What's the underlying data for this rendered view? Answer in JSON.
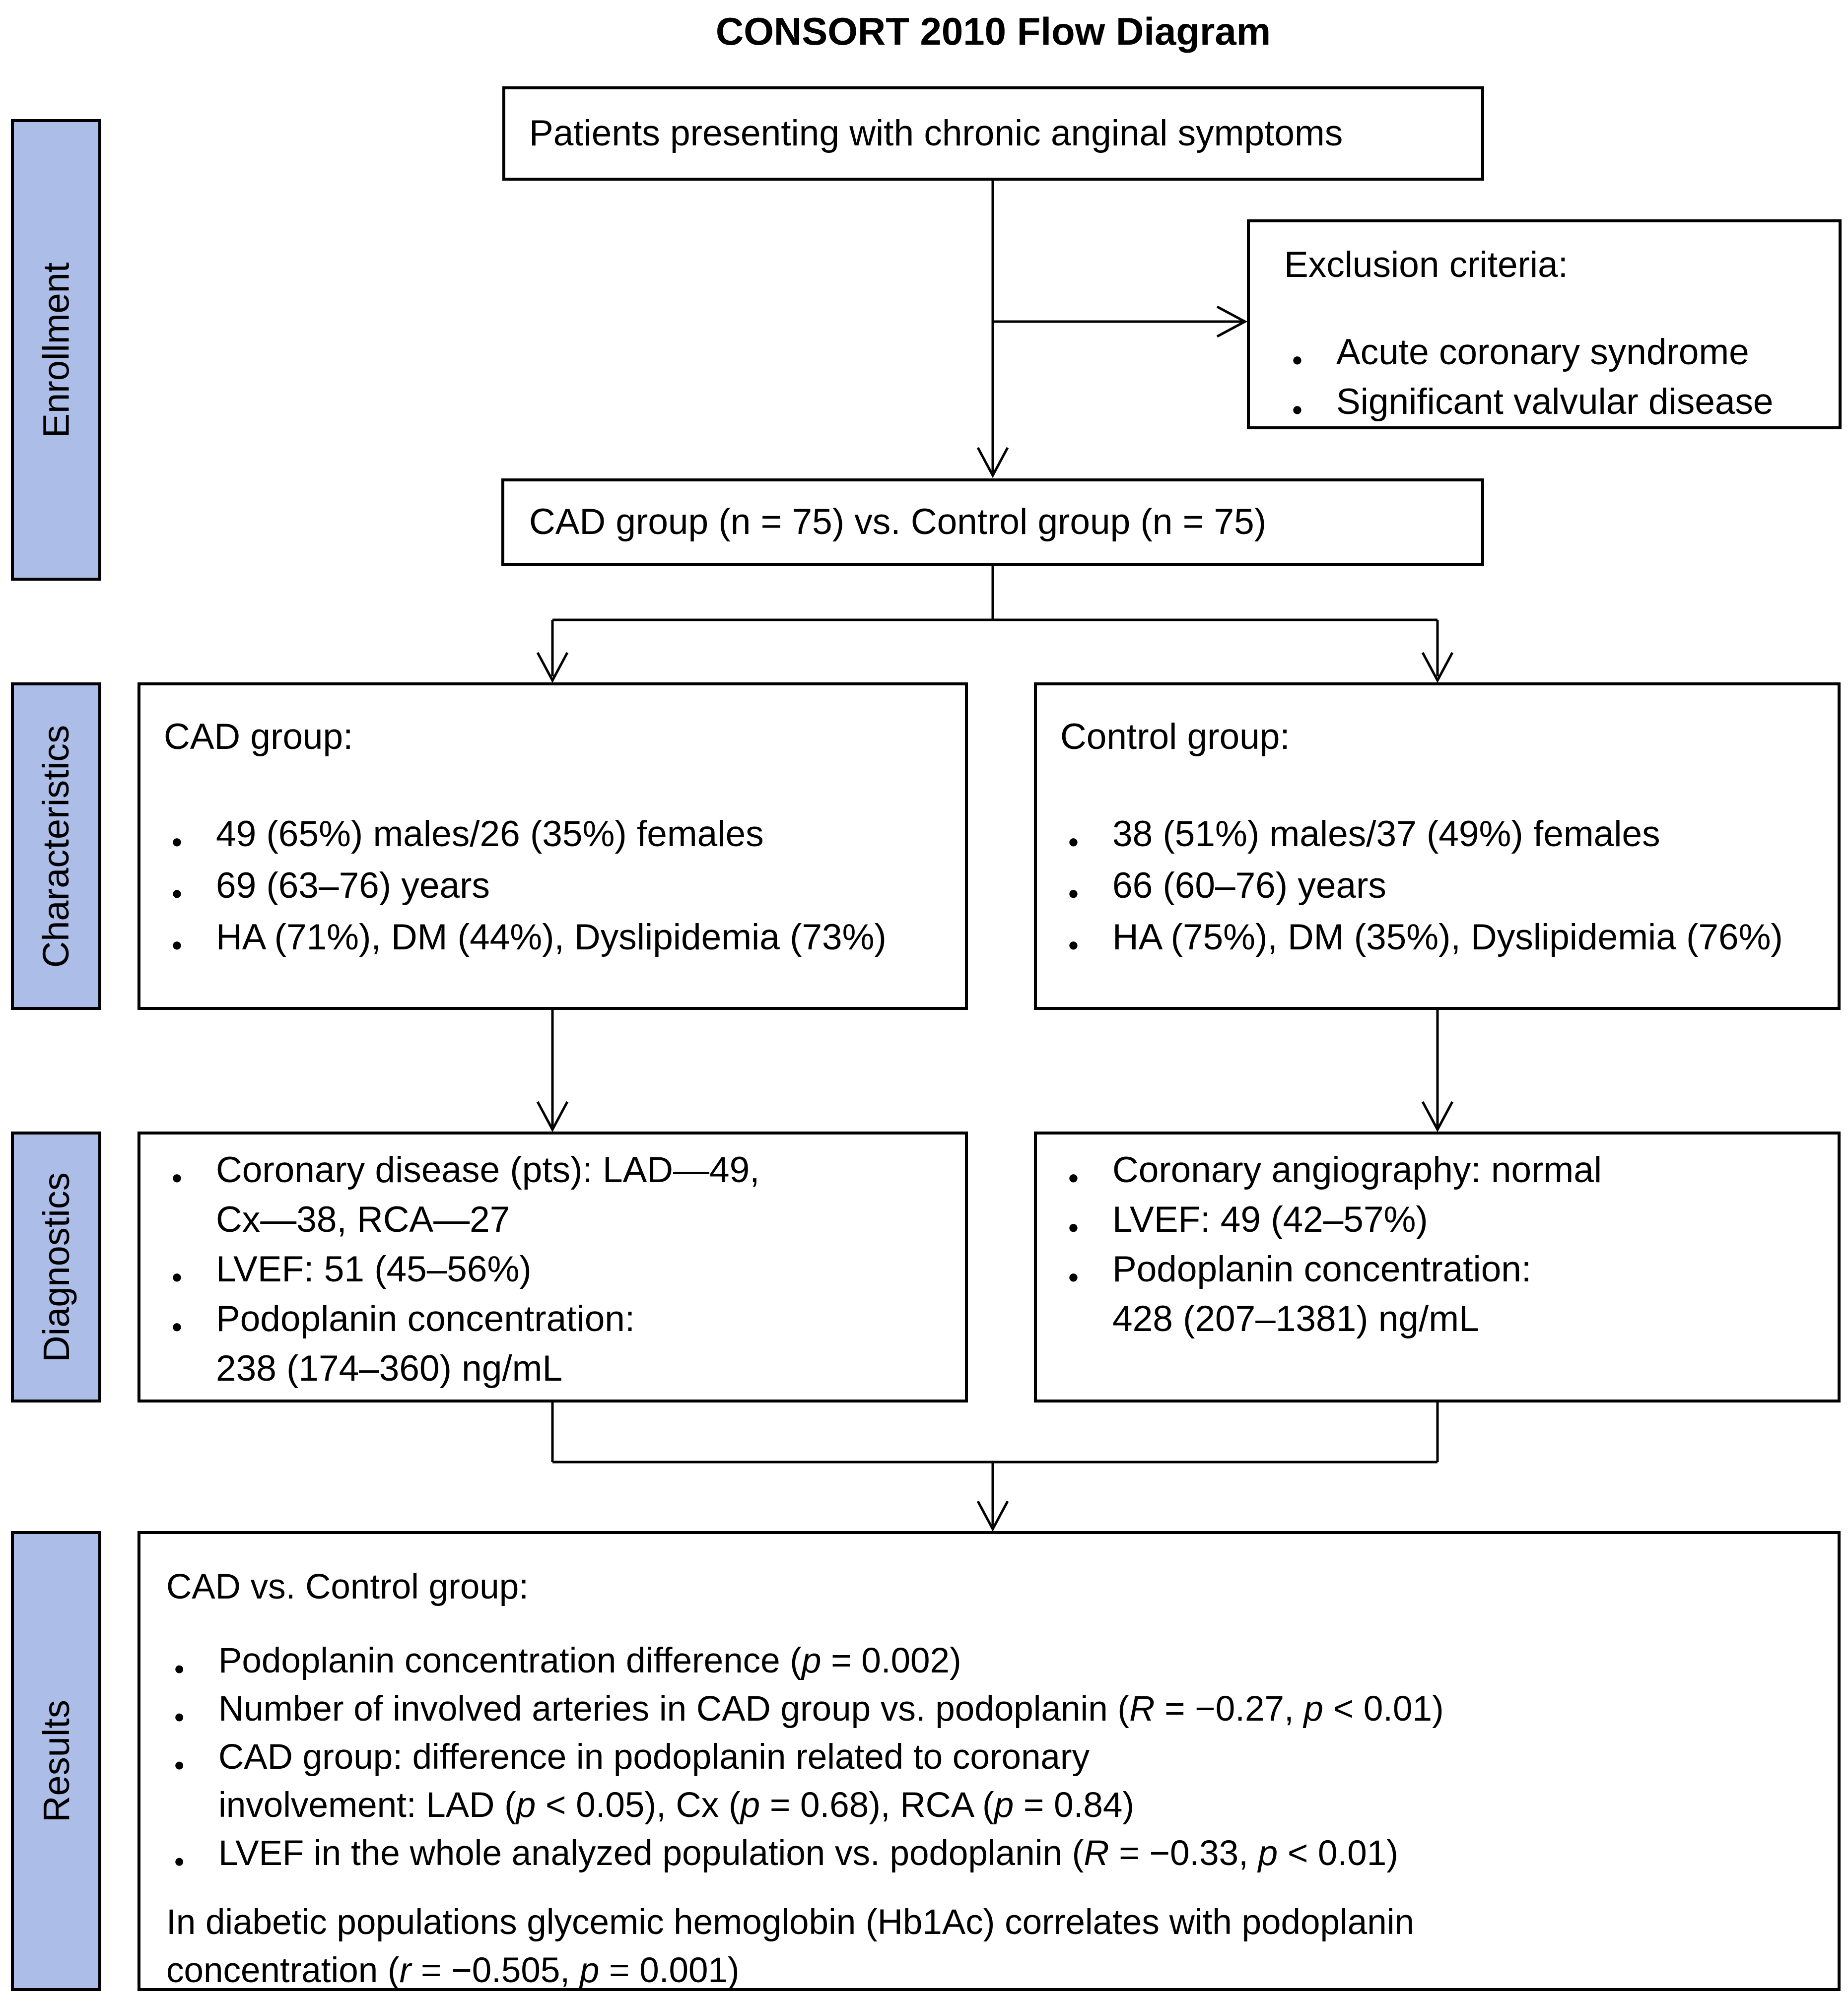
{
  "title": "CONSORT 2010 Flow Diagram",
  "colors": {
    "sidebar_fill": "#acbde8",
    "border": "#000000",
    "background": "#ffffff"
  },
  "sidebar": {
    "labels": [
      "Enrollment",
      "Characteristics",
      "Diagnostics",
      "Results"
    ]
  },
  "enrollment": {
    "patients_box": "Patients presenting with chronic anginal symptoms",
    "exclusion_box": {
      "heading": "Exclusion criteria:",
      "items": [
        "Acute coronary syndrome",
        "Significant valvular disease"
      ]
    },
    "groups_box": "CAD group (n = 75) vs. Control group (n = 75)"
  },
  "characteristics": {
    "cad": {
      "heading": "CAD group:",
      "items": [
        "49 (65%) males/26 (35%) females",
        "69 (63–76) years",
        "HA (71%), DM (44%), Dyslipidemia (73%)"
      ]
    },
    "control": {
      "heading": "Control group:",
      "items": [
        "38 (51%) males/37 (49%) females",
        "66 (60–76) years",
        "HA (75%), DM (35%), Dyslipidemia (76%)"
      ]
    }
  },
  "diagnostics": {
    "cad": {
      "items": [
        "Coronary disease (pts): LAD—49,\nCx—38, RCA—27",
        "LVEF: 51 (45–56%)",
        "Podoplanin concentration:\n238 (174–360) ng/mL"
      ]
    },
    "control": {
      "items": [
        "Coronary angiography: normal",
        "LVEF: 49 (42–57%)",
        "Podoplanin concentration:\n428 (207–1381) ng/mL"
      ]
    }
  },
  "results": {
    "heading": "CAD vs. Control group:",
    "items": [
      "Podoplanin concentration difference (p = 0.002)",
      "Number of involved arteries in CAD group vs. podoplanin (R = −0.27, p < 0.01)",
      "CAD group: difference in podoplanin related to coronary\ninvolvement: LAD (p < 0.05), Cx (p = 0.68), RCA (p = 0.84)",
      "LVEF in the whole analyzed population vs. podoplanin (R = −0.33, p < 0.01)"
    ],
    "note": "In diabetic populations glycemic hemoglobin (Hb1Ac) correlates with podoplanin\nconcentration (r = −0.505, p = 0.001)"
  }
}
